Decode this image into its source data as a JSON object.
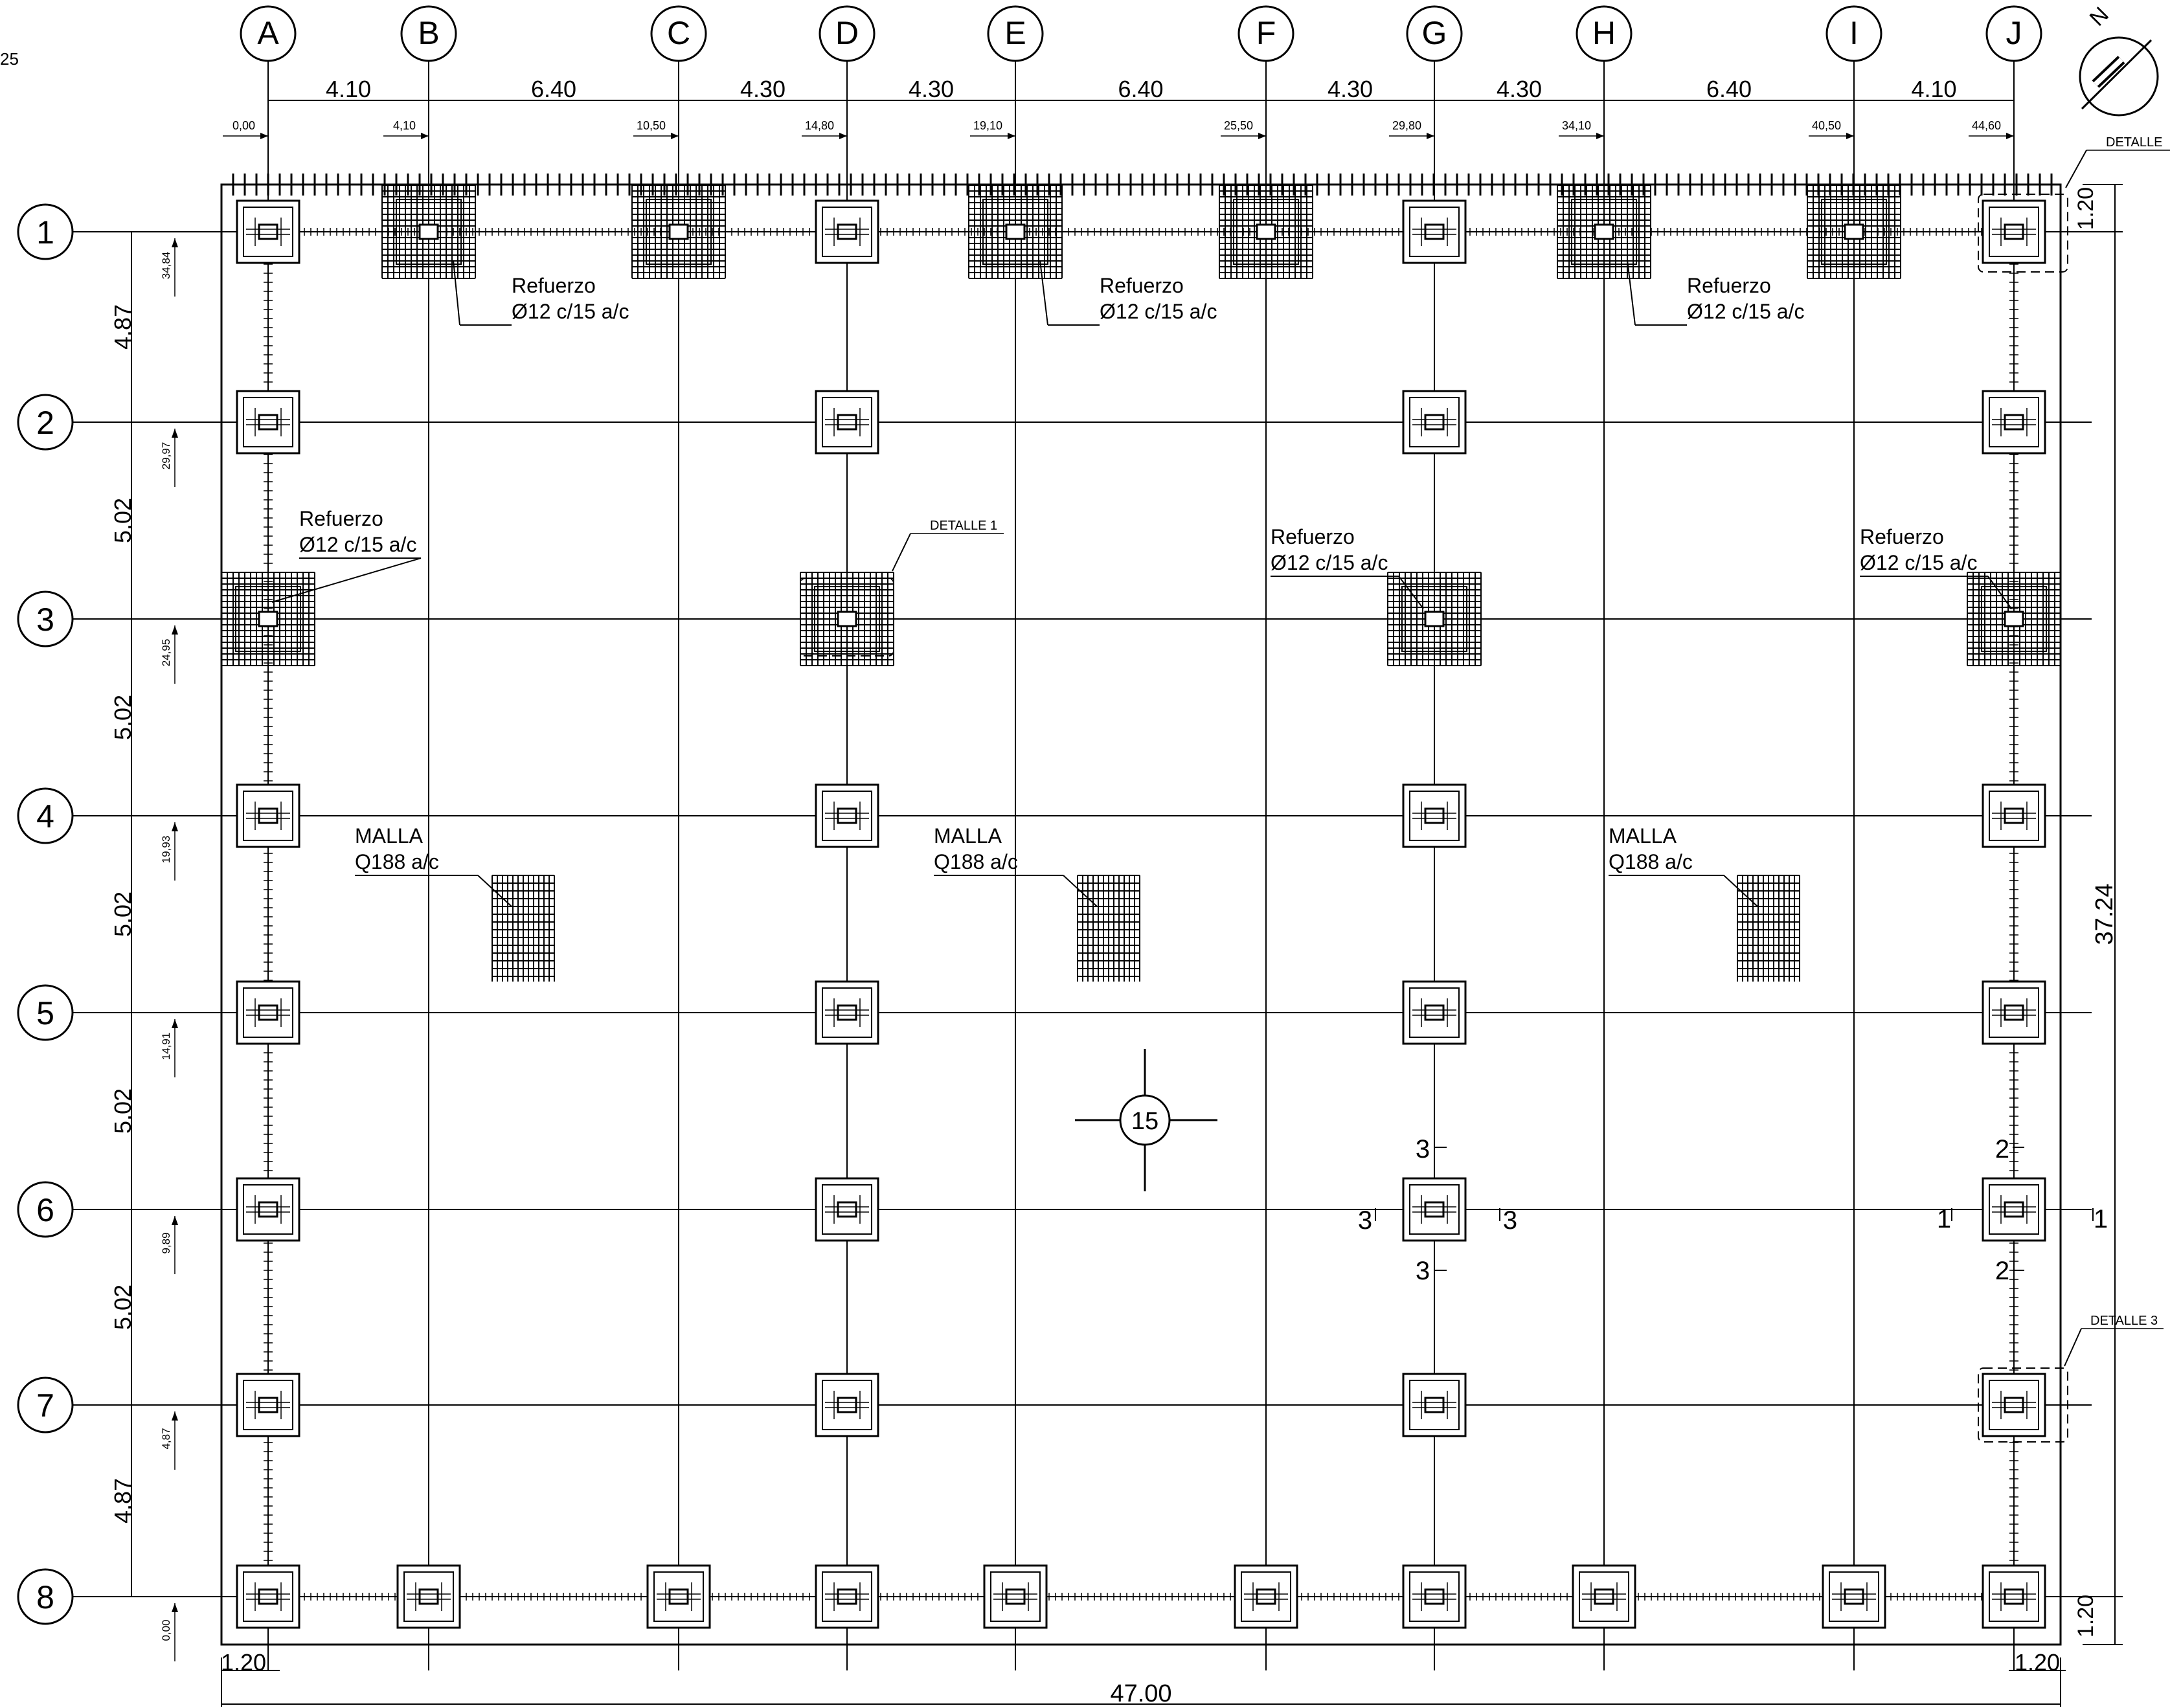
{
  "edge_label": "25",
  "column_axes": [
    "A",
    "B",
    "C",
    "D",
    "E",
    "F",
    "G",
    "H",
    "I",
    "J"
  ],
  "row_axes": [
    "1",
    "2",
    "3",
    "4",
    "5",
    "6",
    "7",
    "8"
  ],
  "column_spacings": [
    "4.10",
    "6.40",
    "4.30",
    "4.30",
    "6.40",
    "4.30",
    "4.30",
    "6.40",
    "4.10"
  ],
  "column_chainage": [
    "0,00",
    "4,10",
    "10,50",
    "14,80",
    "19,10",
    "25,50",
    "29,80",
    "34,10",
    "40,50",
    "44,60"
  ],
  "row_spacings": [
    "4.87",
    "5.02",
    "5.02",
    "5.02",
    "5.02",
    "5.02",
    "4.87"
  ],
  "row_chainage": [
    "34,84",
    "29,97",
    "24,95",
    "19,93",
    "14,91",
    "9,89",
    "4,87",
    "0,00"
  ],
  "dims": {
    "total_width": "47.00",
    "total_height": "37.24",
    "offset_left": "1.20",
    "offset_right": "1.20",
    "offset_top": "1.20",
    "offset_bottom": "1.20"
  },
  "annotations": {
    "reinforcement_title": "Refuerzo",
    "reinforcement_spec": "Ø12 c/15 a/c",
    "mesh_title": "MALLA",
    "mesh_spec": "Q188 a/c",
    "detail_1": "DETALLE 1",
    "detail_2": "DETALLE",
    "detail_3": "DETALLE 3",
    "detail_marker": "15",
    "north": "N"
  },
  "section_marks": {
    "s3": "3",
    "s2": "2",
    "s1": "1"
  },
  "colors": {
    "line": "#000000",
    "background": "#ffffff"
  }
}
